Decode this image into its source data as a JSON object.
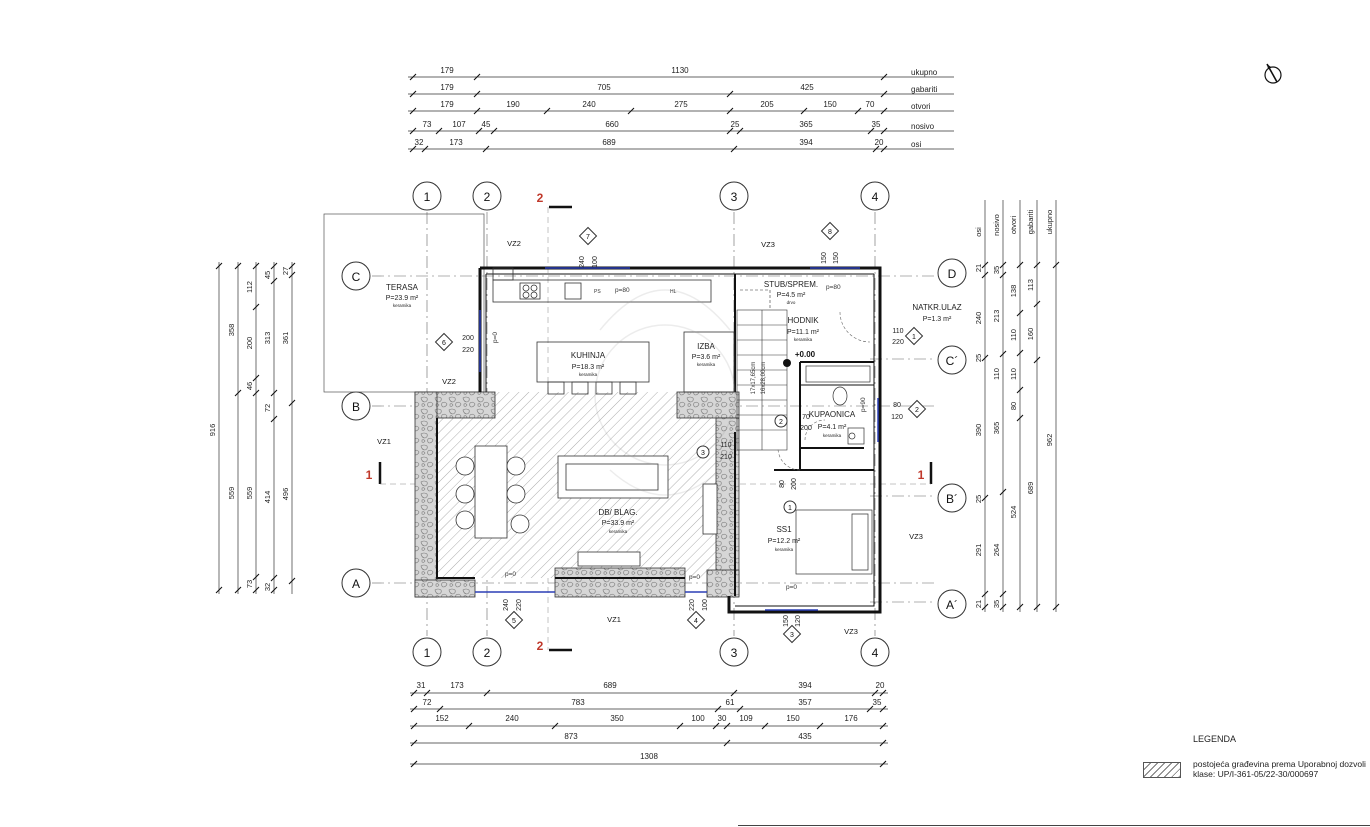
{
  "top_dimensions": [
    {
      "label": "ukupno",
      "values": [
        {
          "v": "179"
        },
        {
          "v": "1130"
        }
      ]
    },
    {
      "label": "gabariti",
      "values": [
        {
          "v": "179"
        },
        {
          "v": "705"
        },
        {
          "v": "425"
        }
      ]
    },
    {
      "label": "otvori",
      "values": [
        {
          "v": "179"
        },
        {
          "v": "190"
        },
        {
          "v": "240"
        },
        {
          "v": "275"
        },
        {
          "v": "205"
        },
        {
          "v": "150"
        },
        {
          "v": "70"
        }
      ]
    },
    {
      "label": "nosivo",
      "values": [
        {
          "v": "73"
        },
        {
          "v": "107"
        },
        {
          "v": "45"
        },
        {
          "v": "660"
        },
        {
          "v": "25"
        },
        {
          "v": "365"
        },
        {
          "v": "35"
        }
      ]
    },
    {
      "label": "osi",
      "values": [
        {
          "v": "32"
        },
        {
          "v": "173"
        },
        {
          "v": "689"
        },
        {
          "v": "394"
        },
        {
          "v": "20"
        }
      ]
    }
  ],
  "bottom_dimensions": [
    {
      "values": [
        {
          "v": "31"
        },
        {
          "v": "173"
        },
        {
          "v": "689"
        },
        {
          "v": "394"
        },
        {
          "v": "20"
        }
      ]
    },
    {
      "values": [
        {
          "v": "72"
        },
        {
          "v": "783"
        },
        {
          "v": "61"
        },
        {
          "v": "357"
        },
        {
          "v": "35"
        }
      ]
    },
    {
      "values": [
        {
          "v": "152"
        },
        {
          "v": "240"
        },
        {
          "v": "350"
        },
        {
          "v": "100"
        },
        {
          "v": "30"
        },
        {
          "v": "109"
        },
        {
          "v": "150"
        },
        {
          "v": "176"
        }
      ]
    },
    {
      "values": [
        {
          "v": "873"
        },
        {
          "v": "435"
        }
      ]
    },
    {
      "values": [
        {
          "v": "1308"
        }
      ]
    }
  ],
  "left_dimensions": [
    {
      "values": [
        {
          "v": "916"
        }
      ]
    },
    {
      "values": [
        {
          "v": "358"
        },
        {
          "v": "559"
        }
      ]
    },
    {
      "values": [
        {
          "v": "112"
        },
        {
          "v": "200"
        },
        {
          "v": "46"
        },
        {
          "v": "559"
        },
        {
          "v": "73"
        }
      ]
    },
    {
      "values": [
        {
          "v": "45"
        },
        {
          "v": "313"
        },
        {
          "v": "72"
        },
        {
          "v": "414"
        },
        {
          "v": "32"
        }
      ]
    },
    {
      "values": [
        {
          "v": "27"
        },
        {
          "v": "361"
        },
        {
          "v": "496"
        }
      ]
    }
  ],
  "right_dimensions": [
    {
      "label": "osi",
      "values": [
        {
          "v": "21"
        },
        {
          "v": "240"
        },
        {
          "v": "25"
        },
        {
          "v": "390"
        },
        {
          "v": "25"
        },
        {
          "v": "291"
        },
        {
          "v": "21"
        }
      ]
    },
    {
      "label": "nosivo",
      "values": [
        {
          "v": "35"
        },
        {
          "v": "213"
        },
        {
          "v": "110"
        },
        {
          "v": "365"
        },
        {
          "v": "264"
        },
        {
          "v": "35"
        }
      ]
    },
    {
      "label": "otvori",
      "values": [
        {
          "v": "138"
        },
        {
          "v": "110"
        },
        {
          "v": "110"
        },
        {
          "v": "80"
        },
        {
          "v": "524"
        }
      ]
    },
    {
      "label": "gabariti",
      "values": [
        {
          "v": "113"
        },
        {
          "v": "160"
        },
        {
          "v": "689"
        }
      ]
    },
    {
      "label": "ukupno",
      "values": [
        {
          "v": "962"
        }
      ]
    }
  ],
  "axis_numbers": [
    {
      "id": "1",
      "label": "1"
    },
    {
      "id": "2",
      "label": "2"
    },
    {
      "id": "3",
      "label": "3"
    },
    {
      "id": "4",
      "label": "4"
    }
  ],
  "axis_letters": [
    {
      "id": "c",
      "label": "C"
    },
    {
      "id": "b",
      "label": "B"
    },
    {
      "id": "a",
      "label": "A"
    },
    {
      "id": "d",
      "label": "D"
    },
    {
      "id": "c2",
      "label": "C´"
    },
    {
      "id": "b2",
      "label": "B´"
    },
    {
      "id": "a2",
      "label": "A´"
    }
  ],
  "section_marks": {
    "s2": "2",
    "s1": "1"
  },
  "rooms": [
    {
      "name": "TERASA",
      "area": "P=23.9 m²",
      "floor": "keramika"
    },
    {
      "name": "KUHINJA",
      "area": "P=18.3 m²",
      "floor": "keramika"
    },
    {
      "name": "IZBA",
      "area": "P=3.6 m²",
      "floor": "keramika"
    },
    {
      "name": "STUB/SPREM.",
      "area": "P=4.5 m²",
      "floor": "drvo"
    },
    {
      "name": "HODNIK",
      "area": "P=11.1 m²",
      "floor": "keramika"
    },
    {
      "name": "NATKR.ULAZ",
      "area": "P=1.3 m²",
      "floor": ""
    },
    {
      "name": "KUPAONICA",
      "area": "P=4.1 m²",
      "floor": "keramika"
    },
    {
      "name": "DB/ BLAG.",
      "area": "P=33.9 m²",
      "floor": "keramika"
    },
    {
      "name": "SS1",
      "area": "P=12.2 m²",
      "floor": "keramika"
    }
  ],
  "level": "+0.00",
  "stairs_note": [
    "17x17,65cm",
    "16x28,00cm"
  ],
  "wall_tags": [
    {
      "v": "VZ2"
    },
    {
      "v": "VZ2"
    },
    {
      "v": "VZ3"
    },
    {
      "v": "VZ1"
    },
    {
      "v": "VZ1"
    },
    {
      "v": "VZ3"
    },
    {
      "v": "VZ3"
    }
  ],
  "opening_dims": [
    {
      "v": "240"
    },
    {
      "v": "100"
    },
    {
      "v": "150"
    },
    {
      "v": "150"
    },
    {
      "v": "200"
    },
    {
      "v": "220"
    },
    {
      "v": "110"
    },
    {
      "v": "220"
    },
    {
      "v": "80"
    },
    {
      "v": "120"
    },
    {
      "v": "110"
    },
    {
      "v": "210"
    },
    {
      "v": "70"
    },
    {
      "v": "200"
    },
    {
      "v": "80"
    },
    {
      "v": "200"
    },
    {
      "v": "240"
    },
    {
      "v": "220"
    },
    {
      "v": "220"
    },
    {
      "v": "100"
    },
    {
      "v": "150"
    },
    {
      "v": "120"
    }
  ],
  "parapets": [
    {
      "v": "p=80"
    },
    {
      "v": "p=80"
    },
    {
      "v": "p=0"
    },
    {
      "v": "p=0"
    },
    {
      "v": "p=0"
    },
    {
      "v": "p=0"
    },
    {
      "v": "p=90"
    }
  ],
  "door_tags": [
    {
      "v": "7"
    },
    {
      "v": "8"
    },
    {
      "v": "6"
    },
    {
      "v": "1"
    },
    {
      "v": "2"
    },
    {
      "v": "5"
    },
    {
      "v": "4"
    },
    {
      "v": "3"
    }
  ],
  "door_numbers": [
    {
      "v": "3"
    },
    {
      "v": "2"
    },
    {
      "v": "1"
    }
  ],
  "kitchen_labels": {
    "ps": "PS",
    "hl": "HL"
  },
  "legend": {
    "title": "LEGENDA",
    "line1": "postojeća građevina prema Uporabnoj dozvoli",
    "line2": "klase: UP/I-361-05/22-30/000697"
  }
}
